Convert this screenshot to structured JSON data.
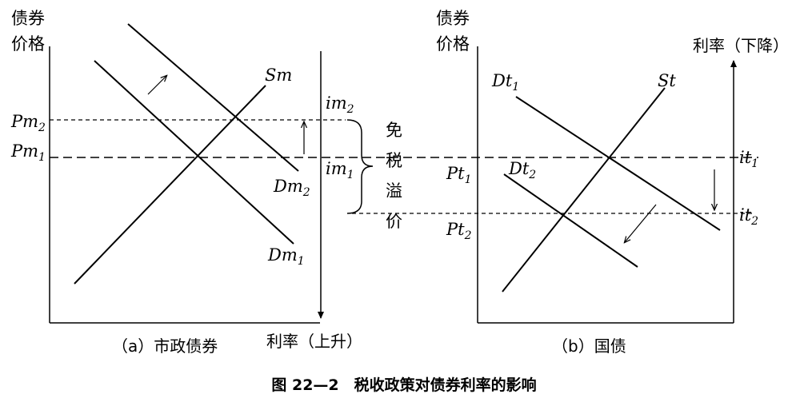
{
  "panel_a": {
    "y_axis_label_line1": "债券",
    "y_axis_label_line2": "价格",
    "x_axis_label": "利率（上升）",
    "caption": "（a）市政债券",
    "price_level_high": {
      "base": "Pm",
      "sub": "2"
    },
    "price_level_low": {
      "base": "Pm",
      "sub": "1"
    },
    "rate_level_high": {
      "base": "im",
      "sub": "2"
    },
    "rate_level_low": {
      "base": "im",
      "sub": "1"
    },
    "supply_curve": {
      "base": "Sm",
      "sub": ""
    },
    "demand_curve_new": {
      "base": "Dm",
      "sub": "2"
    },
    "demand_curve_old": {
      "base": "Dm",
      "sub": "1"
    }
  },
  "bracket": {
    "chars": [
      "免",
      "税",
      "溢",
      "价"
    ]
  },
  "panel_b": {
    "y_axis_label_line1": "债券",
    "y_axis_label_line2": "价格",
    "rate_axis_label": "利率（下降）",
    "caption": "（b）国债",
    "price_level_high": {
      "base": "Pt",
      "sub": "1"
    },
    "price_level_low": {
      "base": "Pt",
      "sub": "2"
    },
    "rate_level_high": {
      "base": "it",
      "sub": "1"
    },
    "rate_level_low": {
      "base": "it",
      "sub": "2"
    },
    "supply_curve": {
      "base": "St",
      "sub": ""
    },
    "demand_curve_old": {
      "base": "Dt",
      "sub": "1"
    },
    "demand_curve_new": {
      "base": "Dt",
      "sub": "2"
    }
  },
  "figure_title": "图 22—2　税收政策对债券利率的影响"
}
